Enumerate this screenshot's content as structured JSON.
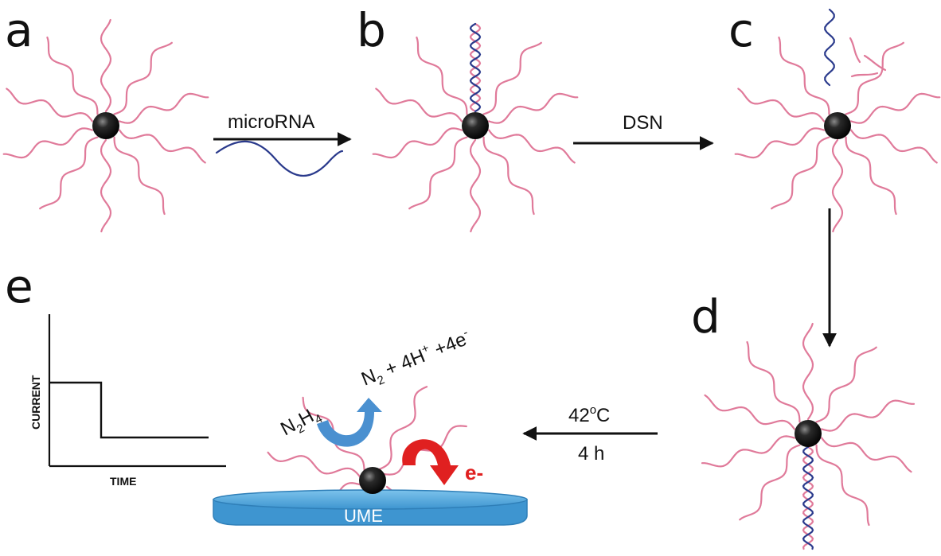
{
  "panels": {
    "a": {
      "letter": "a"
    },
    "b": {
      "letter": "b"
    },
    "c": {
      "letter": "c"
    },
    "d": {
      "letter": "d"
    },
    "e": {
      "letter": "e"
    }
  },
  "arrows": {
    "a_to_b": {
      "label": "microRNA"
    },
    "b_to_c": {
      "label": "DSN"
    },
    "d_to_e": {
      "label_top": "42",
      "label_top_sup": "o",
      "label_top_unit": "C",
      "label_bottom": "4 h"
    }
  },
  "electrode": {
    "label": "UME",
    "reactant": {
      "n": "N",
      "n_sub": "2",
      "h": "H",
      "h_sub": "4"
    },
    "products": {
      "n": "N",
      "n_sub": "2",
      "mid": " + 4H",
      "mid_sup": "+",
      "end": " +4e",
      "end_sup": "-"
    },
    "electron": "e-"
  },
  "plot": {
    "xlabel": "TIME",
    "ylabel": "CURRENT"
  },
  "colors": {
    "probe_strand": "#e07a9a",
    "mirna_strand": "#2a3a8c",
    "particle": "#1a1a1a",
    "electrode": "#5aaee0",
    "electrode_edge": "#2f7fb8",
    "curved_arrow_blue": "#4a90d0",
    "curved_arrow_red": "#e02020"
  }
}
